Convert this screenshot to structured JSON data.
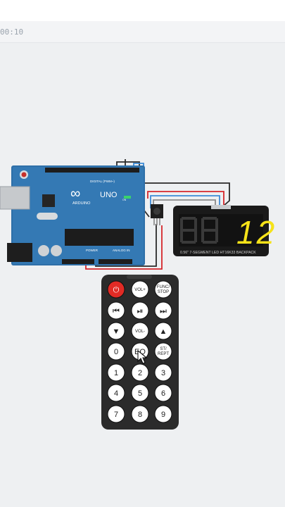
{
  "timer": {
    "elapsed": "00:10"
  },
  "arduino": {
    "brand": "ARDUINO",
    "model": "UNO",
    "header_digital": "DIGITAL (PWM~)",
    "header_power": "POWER",
    "header_analog": "ANALOG IN",
    "on_label": "ON"
  },
  "display": {
    "value": "12",
    "digit_color": "#f5e219",
    "label": "0.56\" 7-SEGMENT LED HT16K33 BACKPACK"
  },
  "remote": {
    "keys": [
      {
        "name": "power",
        "label": "⏻"
      },
      {
        "name": "vol-up",
        "label": "VOL+"
      },
      {
        "name": "func-stop",
        "label": "FUNC/ STOP"
      },
      {
        "name": "prev",
        "label": "⏮"
      },
      {
        "name": "play-pause",
        "label": "⏯"
      },
      {
        "name": "next",
        "label": "⏭"
      },
      {
        "name": "down",
        "label": "▼"
      },
      {
        "name": "vol-down",
        "label": "VOL-"
      },
      {
        "name": "up",
        "label": "▲"
      },
      {
        "name": "0",
        "label": "0"
      },
      {
        "name": "eq",
        "label": "EQ"
      },
      {
        "name": "st-rept",
        "label": "ST/ REPT"
      },
      {
        "name": "1",
        "label": "1"
      },
      {
        "name": "2",
        "label": "2"
      },
      {
        "name": "3",
        "label": "3"
      },
      {
        "name": "4",
        "label": "4"
      },
      {
        "name": "5",
        "label": "5"
      },
      {
        "name": "6",
        "label": "6"
      },
      {
        "name": "7",
        "label": "7"
      },
      {
        "name": "8",
        "label": "8"
      },
      {
        "name": "9",
        "label": "9"
      }
    ]
  },
  "colors": {
    "arduino_board": "#2e6fa8",
    "wire_red": "#d6262b",
    "wire_blue": "#3d8bd6",
    "wire_black": "#2a2a2a",
    "remote_body": "#2b2b2b",
    "power_key": "#e22b25"
  }
}
